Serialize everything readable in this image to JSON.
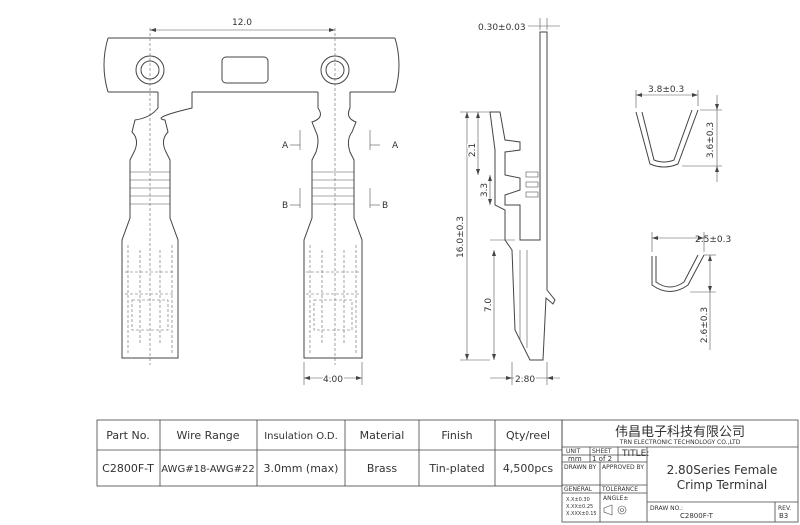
{
  "dimensions": {
    "pitch": "12.0",
    "thickness": "0.30±0.03",
    "section_a_width": "3.8±0.3",
    "section_a_height": "3.6±0.3",
    "section_b_width": "2.5±0.3",
    "section_b_height": "2.6±0.3",
    "upper_height": "2.1",
    "mid_height": "3.3",
    "total_length": "16.0±0.3",
    "lower_length": "7.0",
    "front_width": "4.00",
    "side_width": "2.80"
  },
  "section_markers": {
    "a": "A",
    "b": "B"
  },
  "table": {
    "headers": [
      "Part No.",
      "Wire Range",
      "Insulation O.D.",
      "Material",
      "Finish",
      "Qty/reel"
    ],
    "row": [
      "C2800F-T",
      "AWG#18-AWG#22",
      "3.0mm (max)",
      "Brass",
      "Tin-plated",
      "4,500pcs"
    ]
  },
  "title_block": {
    "company_cn": "伟昌电子科技有限公司",
    "company_en": "TRN ELECTRONIC TECHNOLOGY CO.,LTD",
    "unit_label": "UNIT",
    "unit_value": "mm",
    "sheet_label": "SHEET",
    "sheet_value": "1 of 2",
    "title_label": "TITLE:",
    "drawn_by": "DRAWN BY",
    "approved_by": "APPROVED BY",
    "general_label": "GENERAL",
    "tolerance_label": "TOLERANCE",
    "tol_1": "X.X±0.30",
    "tol_2": "X.XX±0.25",
    "tol_3": "X.XXX±0.15",
    "angle_label": "ANGLE±",
    "title_line1": "2.80Series Female",
    "title_line2": "Crimp Terminal",
    "draw_no_label": "DRAW NO.:",
    "draw_no_value": "C2800F-T",
    "rev_label": "REV.",
    "rev_value": "B3"
  }
}
